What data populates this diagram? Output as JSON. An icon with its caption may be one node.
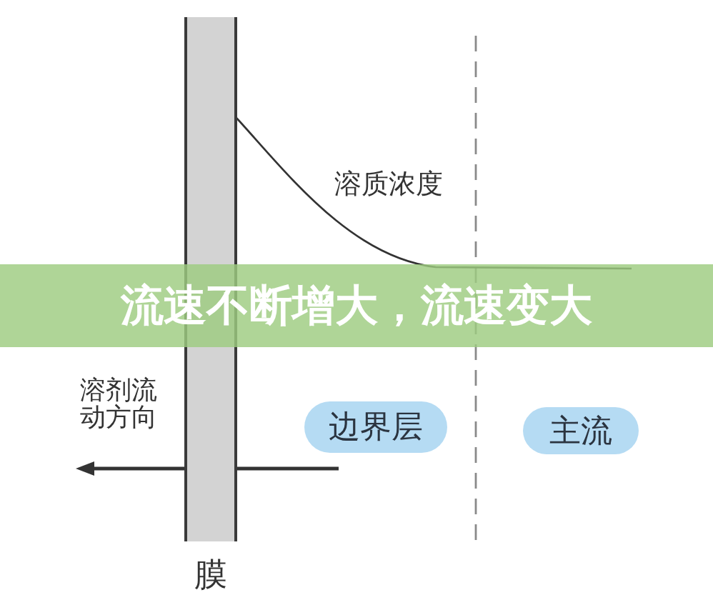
{
  "diagram": {
    "title": "流速不断增大，流速变大",
    "nodes": [
      {
        "text": [
          "膜"
        ]
      },
      {
        "text": [
          "边界层"
        ]
      },
      {
        "text": [
          "主流"
        ]
      }
    ],
    "labels": [
      "溶质浓度",
      "溶剂流动方向"
    ]
  }
}
